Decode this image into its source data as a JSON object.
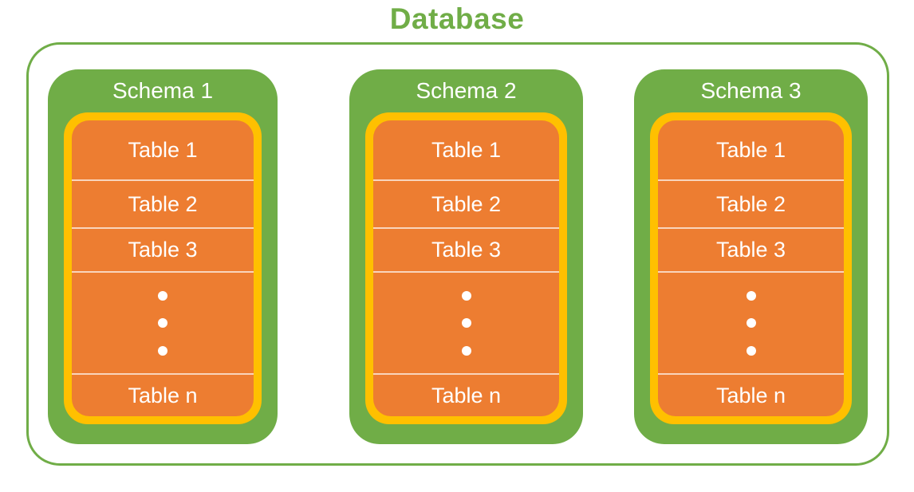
{
  "title": "Database",
  "colors": {
    "green": "#70AD47",
    "yellow": "#FFC000",
    "orange": "#ED7D31",
    "text": "#FFFFFF"
  },
  "schemas": [
    {
      "label": "Schema 1",
      "tables": [
        "Table 1",
        "Table 2",
        "Table 3"
      ],
      "ellipsis_dots": 3,
      "last_table": "Table n"
    },
    {
      "label": "Schema 2",
      "tables": [
        "Table 1",
        "Table 2",
        "Table 3"
      ],
      "ellipsis_dots": 3,
      "last_table": "Table n"
    },
    {
      "label": "Schema 3",
      "tables": [
        "Table 1",
        "Table 2",
        "Table 3"
      ],
      "ellipsis_dots": 3,
      "last_table": "Table n"
    }
  ]
}
